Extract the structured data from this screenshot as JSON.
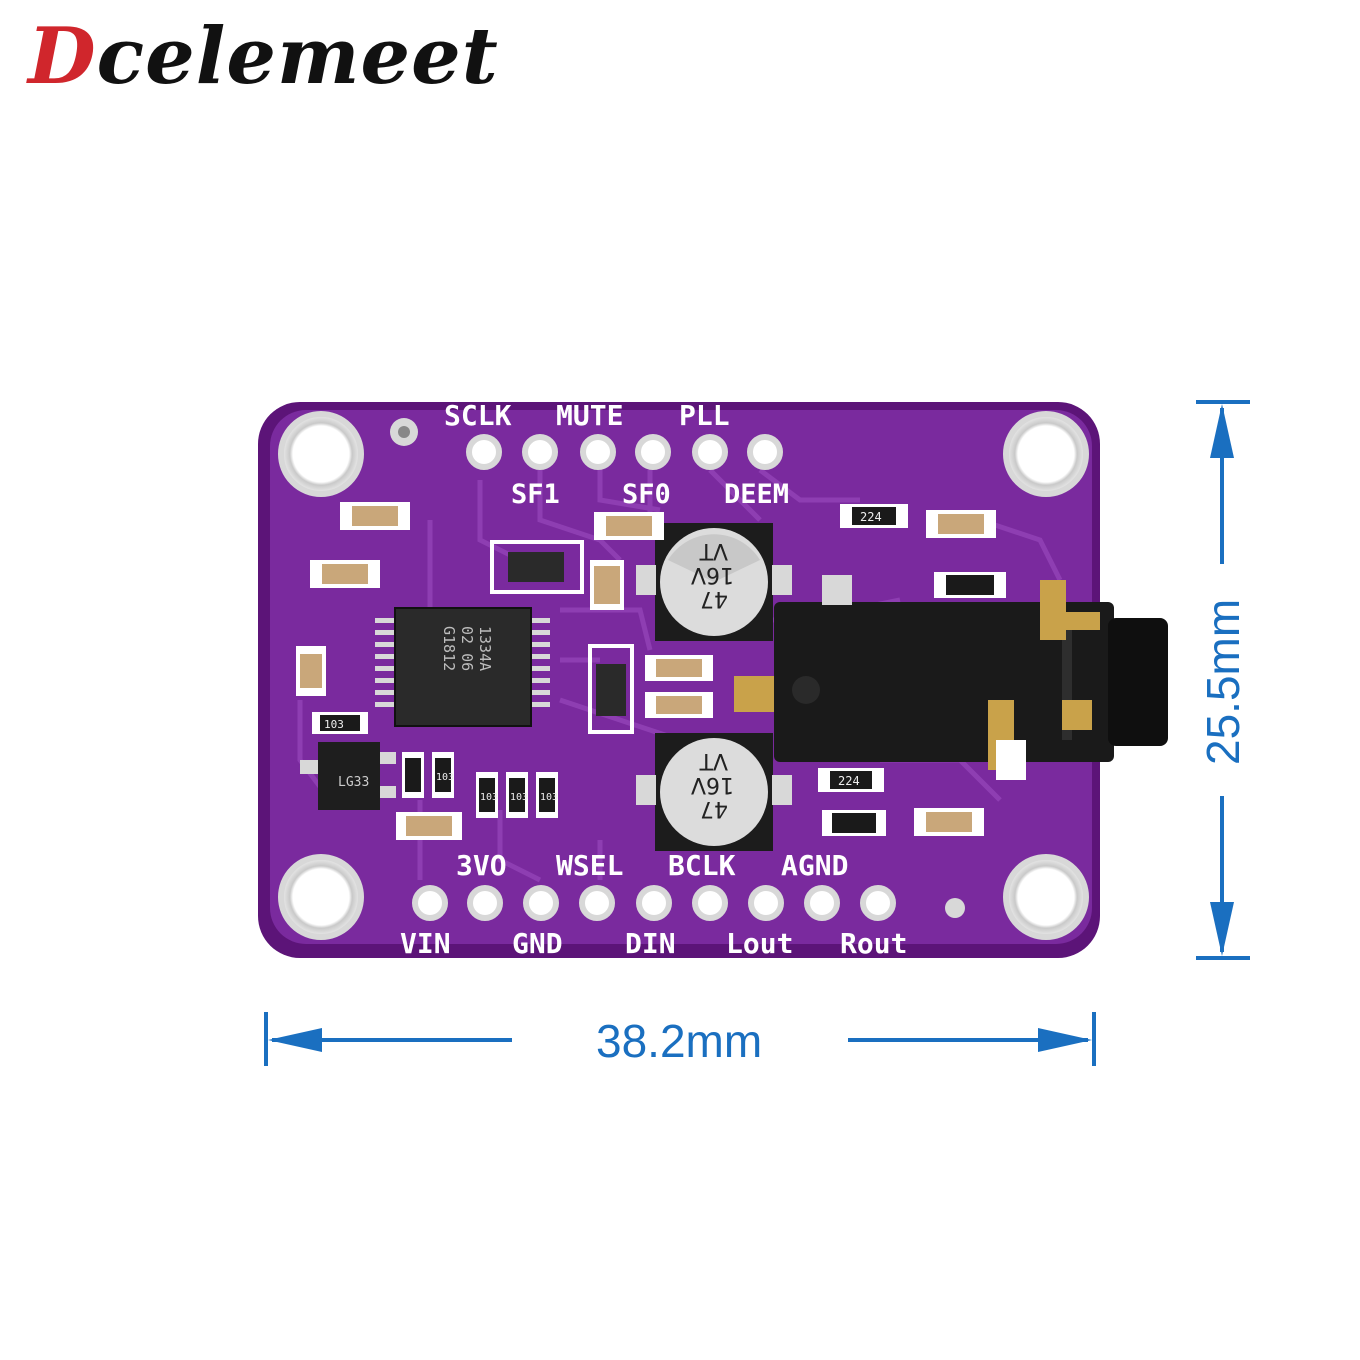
{
  "brand": {
    "first": "D",
    "rest": "celemeet",
    "color_first": "#d0262c",
    "color_rest": "#111111"
  },
  "pins_top_labels": [
    "SCLK",
    "MUTE",
    "PLL"
  ],
  "pins_top_sub_labels": [
    "SF1",
    "SF0",
    "DEEM"
  ],
  "pins_bottom_top_labels": [
    "3VO",
    "WSEL",
    "BCLK",
    "AGND"
  ],
  "pins_bottom_labels": [
    "VIN",
    "GND",
    "DIN",
    "Lout",
    "Rout"
  ],
  "chip": {
    "line1": "1334A",
    "line2": "02 06",
    "line3": "G1812"
  },
  "capacitor_top": {
    "line1": "47",
    "line2": "16V",
    "line3": "VT"
  },
  "capacitor_bottom": {
    "line1": "47",
    "line2": "16V",
    "line3": "VT"
  },
  "resistor_codes": [
    "224",
    "224",
    "103",
    "103",
    "103",
    "103",
    "103",
    "LG33"
  ],
  "dimensions": {
    "width": "38.2mm",
    "height": "25.5mm",
    "color": "#1a6fc0"
  },
  "colors": {
    "pcb": "#6a1a8c",
    "pad": "#e8e8e8",
    "silkscreen": "#ffffff"
  }
}
